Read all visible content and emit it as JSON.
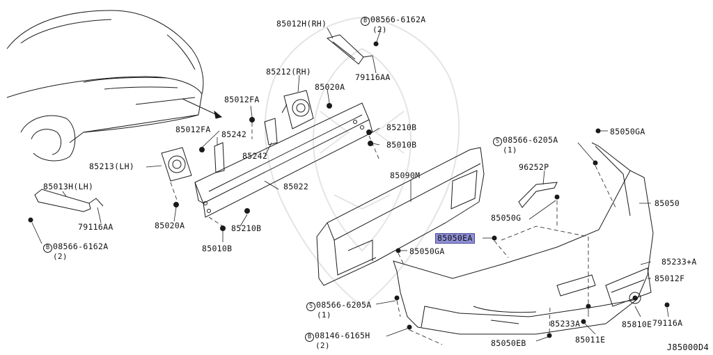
{
  "diagram": {
    "code": "J85000D4",
    "highlight_color": "#8f8fd6",
    "labels": {
      "p85012H_RH": "85012H(RH)",
      "b08566_6162A_top": "08566-6162A",
      "b08566_6162A_top_qty": "(2)",
      "p79116AA_top": "79116AA",
      "p85212_RH": "85212(RH)",
      "p85020A_top": "85020A",
      "p85012FA_top": "85012FA",
      "p85012FA_left": "85012FA",
      "p85242_a": "85242",
      "p85242_b": "85242",
      "p85210B_top": "85210B",
      "p85010B_top": "85010B",
      "p85213_LH": "85213(LH)",
      "p85022": "85022",
      "p85013H_LH": "85013H(LH)",
      "p79116AA_left": "79116AA",
      "p85020A_bottom": "85020A",
      "p85210B_bottom": "85210B",
      "p85010B_bottom": "85010B",
      "b08566_6162A_left": "08566-6162A",
      "b08566_6162A_left_qty": "(2)",
      "p85090M": "85090M",
      "s08566_6205A_top": "08566-6205A",
      "s08566_6205A_top_qty": "(1)",
      "p85050GA_top": "85050GA",
      "p96252P": "96252P",
      "p85050": "85050",
      "p85050G": "85050G",
      "p85050EA": "85050EA",
      "p85050GA_mid": "85050GA",
      "p85233_A": "85233+A",
      "p85012F": "85012F",
      "s08566_6205A_bottom": "08566-6205A",
      "s08566_6205A_bottom_qty": "(1)",
      "p85233A": "85233A",
      "p85810E": "85810E",
      "p79116A": "79116A",
      "b08146_6165H": "08146-6165H",
      "b08146_6165H_qty": "(2)",
      "p85050EB": "85050EB",
      "p85011E": "85011E"
    },
    "symbols": {
      "bolt": "B",
      "screw": "S"
    }
  }
}
